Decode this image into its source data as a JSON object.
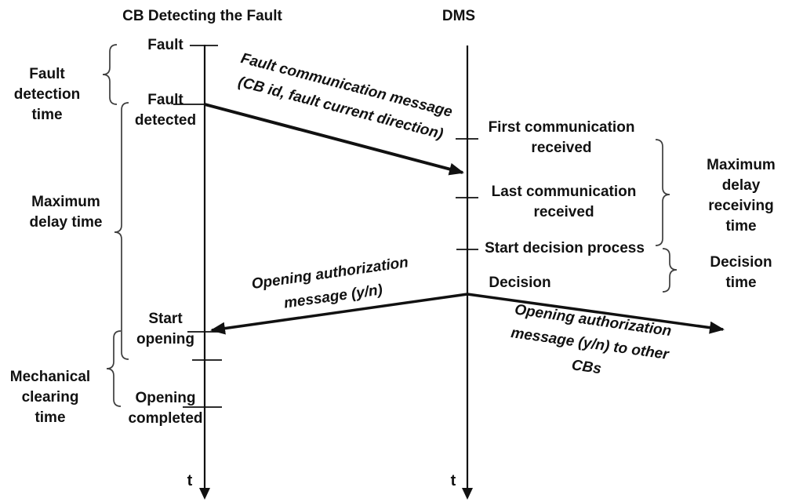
{
  "figure": {
    "left_lifeline": {
      "title": "CB Detecting the Fault",
      "events": {
        "fault": "Fault",
        "fault_detected": "Fault\ndetected",
        "start_opening": "Start\nopening",
        "opening_completed": "Opening\ncompleted"
      },
      "time_axis_label": "t"
    },
    "right_lifeline": {
      "title": "DMS",
      "events": {
        "first_communication_received": "First communication\nreceived",
        "last_communication_received": "Last communication\nreceived",
        "start_decision_process": "Start decision process",
        "decision": "Decision"
      },
      "time_axis_label": "t"
    },
    "durations": {
      "fault_detection_time": "Fault\ndetection\ntime",
      "maximum_delay_time": "Maximum\ndelay time",
      "mechanical_clearing_time": "Mechanical\nclearing\ntime",
      "maximum_delay_receiving_time": "Maximum\ndelay receiving\ntime",
      "decision_time": "Decision\ntime"
    },
    "messages": {
      "fault_communication": "Fault communication message\n(CB id, fault current direction)",
      "opening_authorization": "Opening authorization\nmessage (y/n)",
      "opening_authorization_others": "Opening authorization\nmessage (y/n) to other\nCBs"
    },
    "colors": {
      "ink": "#111111",
      "brace": "#3d3d3d",
      "background": "#ffffff"
    }
  }
}
